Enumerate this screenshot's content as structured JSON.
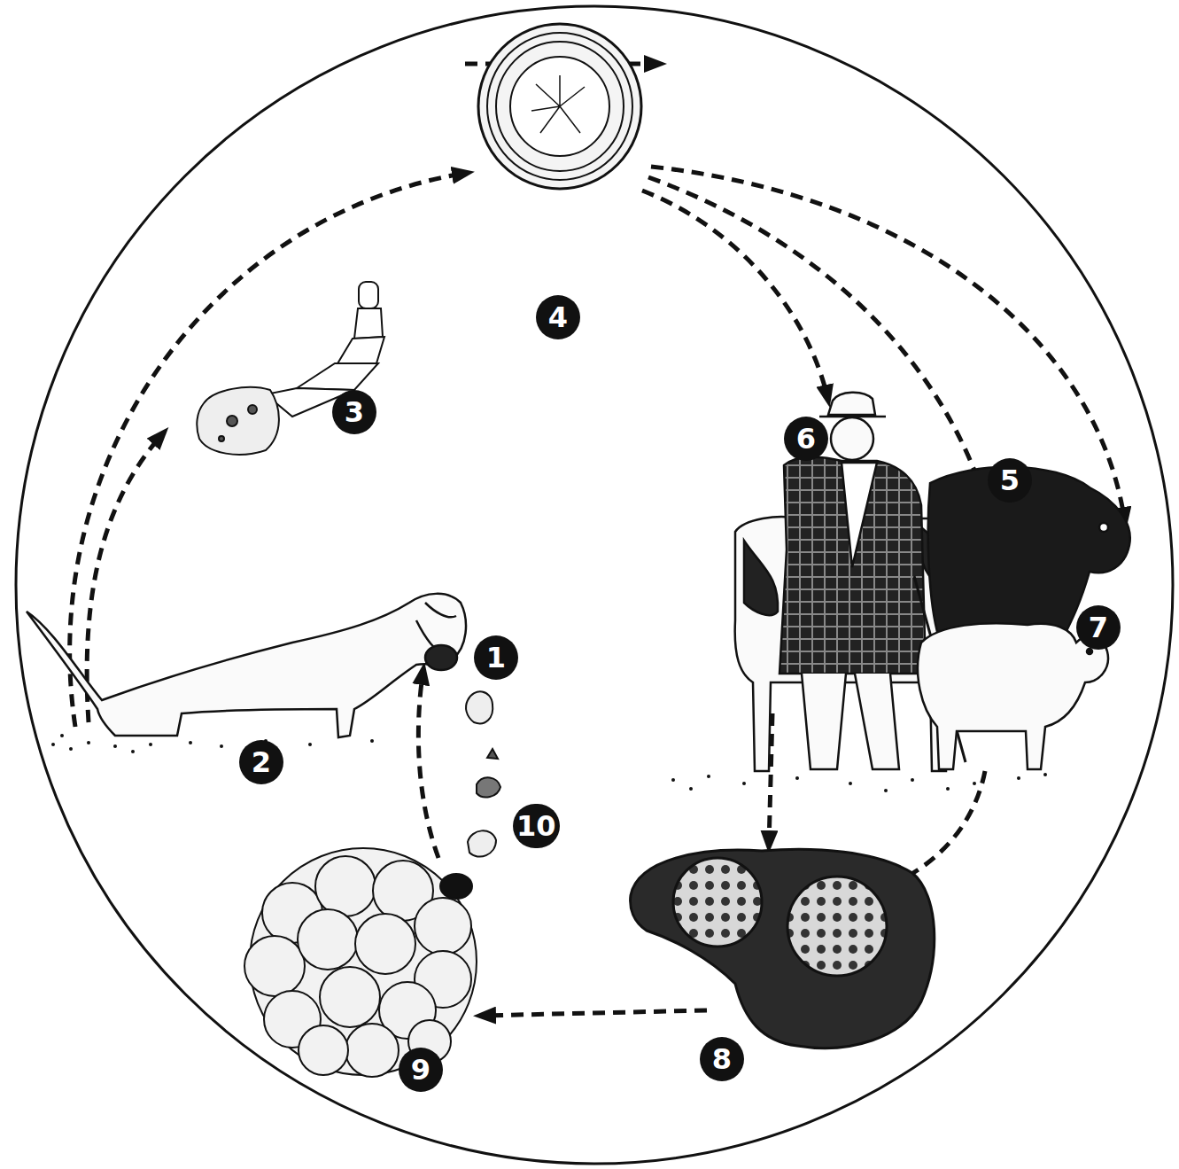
{
  "diagram": {
    "labels": [
      "4",
      "3",
      "6",
      "5",
      "7",
      "1",
      "2",
      "10",
      "8",
      "9"
    ]
  }
}
